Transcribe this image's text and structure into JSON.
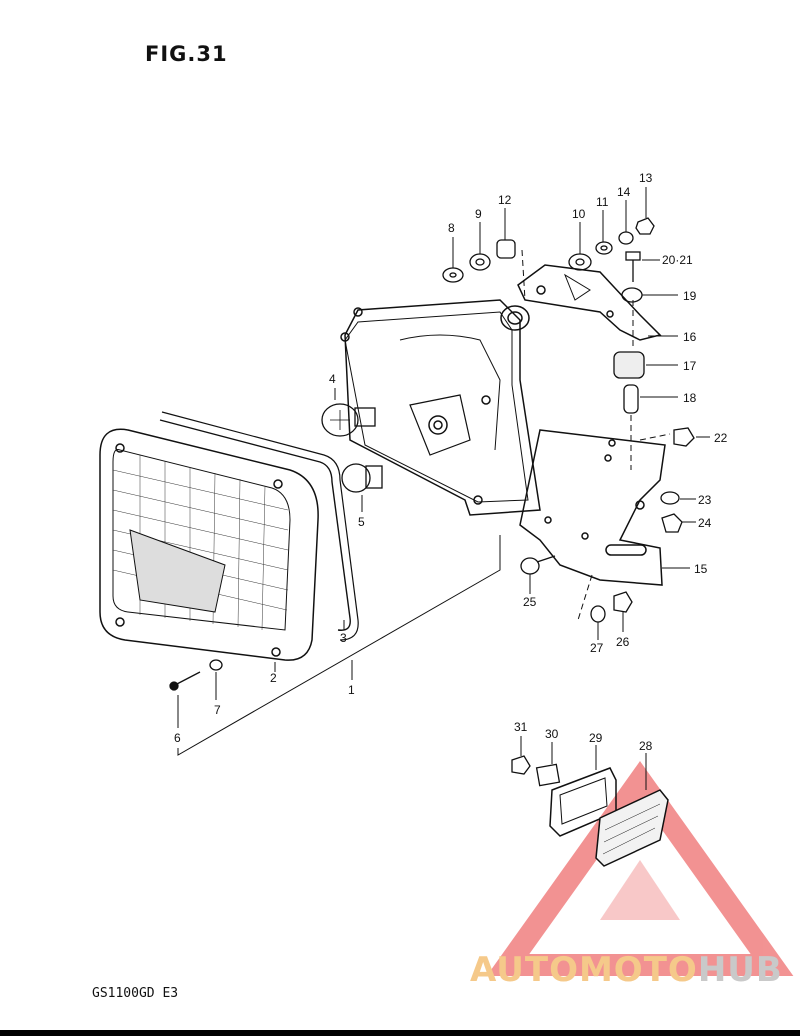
{
  "figure": {
    "title": "FIG.31",
    "model": "GS1100GD E3"
  },
  "callouts": [
    "1",
    "2",
    "3",
    "4",
    "5",
    "6",
    "7",
    "8",
    "9",
    "10",
    "11",
    "12",
    "13",
    "14",
    "20·21",
    "19",
    "16",
    "17",
    "18",
    "22",
    "23",
    "24",
    "15",
    "25",
    "26",
    "27",
    "28",
    "29",
    "30",
    "31"
  ],
  "watermark": {
    "part1": "AUTOMOTO",
    "part2": "HUB",
    "colors": {
      "red": "#f08080",
      "orange": "#f5c98a",
      "gray": "#c9c9c9"
    }
  }
}
